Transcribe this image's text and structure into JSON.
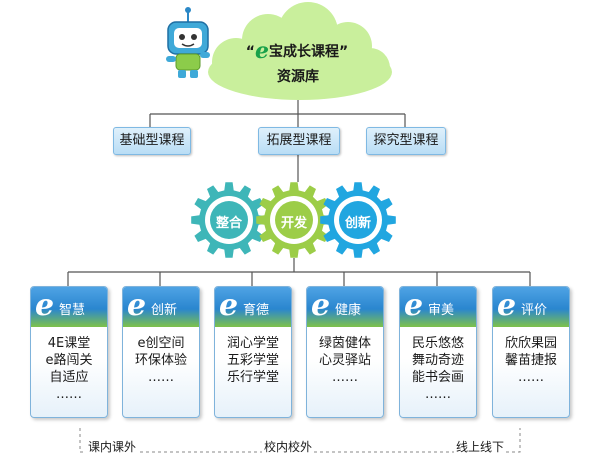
{
  "cloud": {
    "quote_open": "“",
    "e": "e",
    "title": "宝成长课程",
    "quote_close": "”",
    "subtitle": "资源库"
  },
  "course_types": [
    "基础型课程",
    "拓展型课程",
    "探究型课程"
  ],
  "gears": [
    {
      "label": "整合",
      "color": "#3eb6b8"
    },
    {
      "label": "开发",
      "color": "#9ccd48"
    },
    {
      "label": "创新",
      "color": "#21a6e0"
    }
  ],
  "cards": [
    {
      "title": "智慧",
      "lines": [
        "4E课堂",
        "e路闯关",
        "自适应",
        "……"
      ]
    },
    {
      "title": "创新",
      "lines": [
        "e创空间",
        "环保体验",
        "……"
      ]
    },
    {
      "title": "育德",
      "lines": [
        "润心学堂",
        "五彩学堂",
        "乐行学堂"
      ]
    },
    {
      "title": "健康",
      "lines": [
        "绿茵健体",
        "心灵驿站",
        "……"
      ]
    },
    {
      "title": "审美",
      "lines": [
        "民乐悠悠",
        "舞动奇迹",
        "能书会画",
        "……"
      ]
    },
    {
      "title": "评价",
      "lines": [
        "欣欣果园",
        "馨苗捷报",
        "……"
      ]
    }
  ],
  "bottom_labels": [
    "课内课外",
    "校内校外",
    "线上线下"
  ],
  "colors": {
    "cloud": "#c9ef9c",
    "line": "#555555",
    "dashed": "#888888"
  }
}
